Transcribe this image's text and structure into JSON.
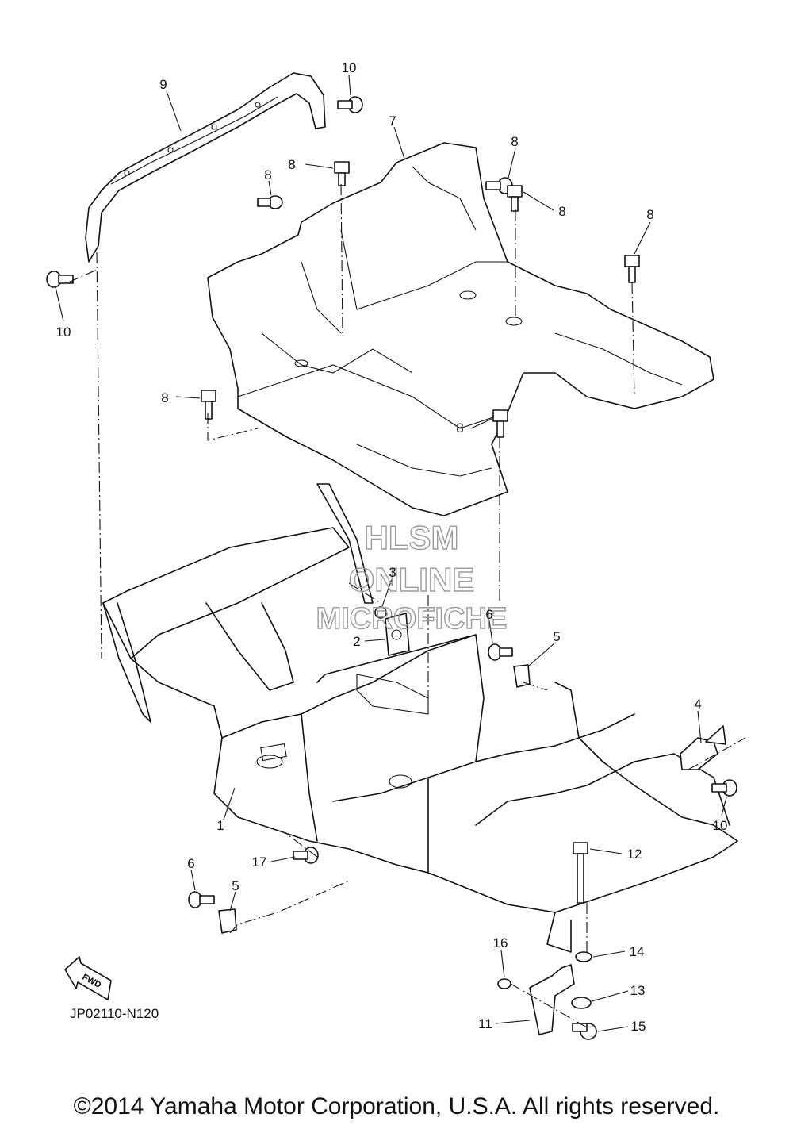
{
  "diagram": {
    "code": "JP02110-N120",
    "copyright": "©2014 Yamaha Motor Corporation, U.S.A. All rights reserved.",
    "watermark": [
      "HLSM",
      "ONLINE",
      "MICROFICHE"
    ],
    "fwd_label": "FWD",
    "callouts": {
      "c1": "1",
      "c2": "2",
      "c3": "3",
      "c4": "4",
      "c5a": "5",
      "c5b": "5",
      "c6a": "6",
      "c6b": "6",
      "c7": "7",
      "c8a": "8",
      "c8b": "8",
      "c8c": "8",
      "c8d": "8",
      "c8e": "8",
      "c8f": "8",
      "c8g": "8",
      "c9": "9",
      "c10a": "10",
      "c10b": "10",
      "c10c": "10",
      "c11": "11",
      "c12": "12",
      "c13": "13",
      "c14": "14",
      "c15": "15",
      "c16": "16",
      "c17": "17"
    }
  }
}
